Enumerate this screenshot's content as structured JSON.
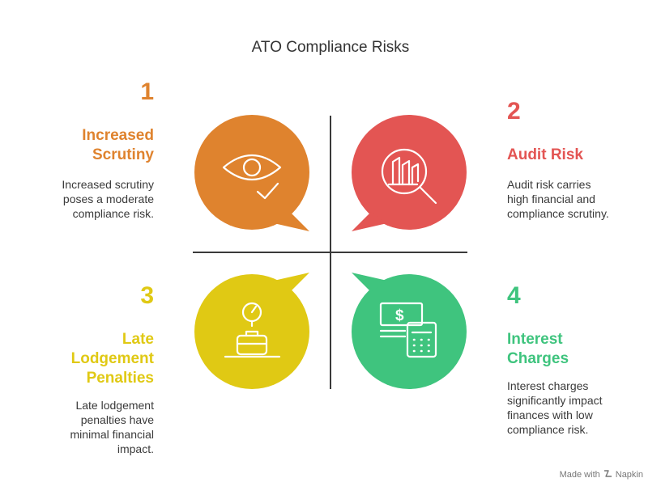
{
  "title": "ATO Compliance Risks",
  "quadrants": [
    {
      "number": "1",
      "heading_lines": [
        "Increased",
        "Scrutiny"
      ],
      "description_lines": [
        "Increased scrutiny",
        "poses a moderate",
        "compliance risk."
      ],
      "color": "#DF832E",
      "icon": "eye-check-icon"
    },
    {
      "number": "2",
      "heading_lines": [
        "Audit Risk"
      ],
      "description_lines": [
        "Audit risk carries",
        "high financial and",
        "compliance scrutiny."
      ],
      "color": "#E35553",
      "icon": "chart-magnifier-icon"
    },
    {
      "number": "3",
      "heading_lines": [
        "Late",
        "Lodgement",
        "Penalties"
      ],
      "description_lines": [
        "Late lodgement",
        "penalties have",
        "minimal financial",
        "impact."
      ],
      "color": "#E0C914",
      "icon": "clock-briefcase-icon"
    },
    {
      "number": "4",
      "heading_lines": [
        "Interest",
        "Charges"
      ],
      "description_lines": [
        "Interest charges",
        "significantly impact",
        "finances with low",
        "compliance risk."
      ],
      "color": "#3FC47E",
      "icon": "money-calculator-icon"
    }
  ],
  "footer": {
    "made_with": "Made with",
    "brand": "Napkin"
  }
}
